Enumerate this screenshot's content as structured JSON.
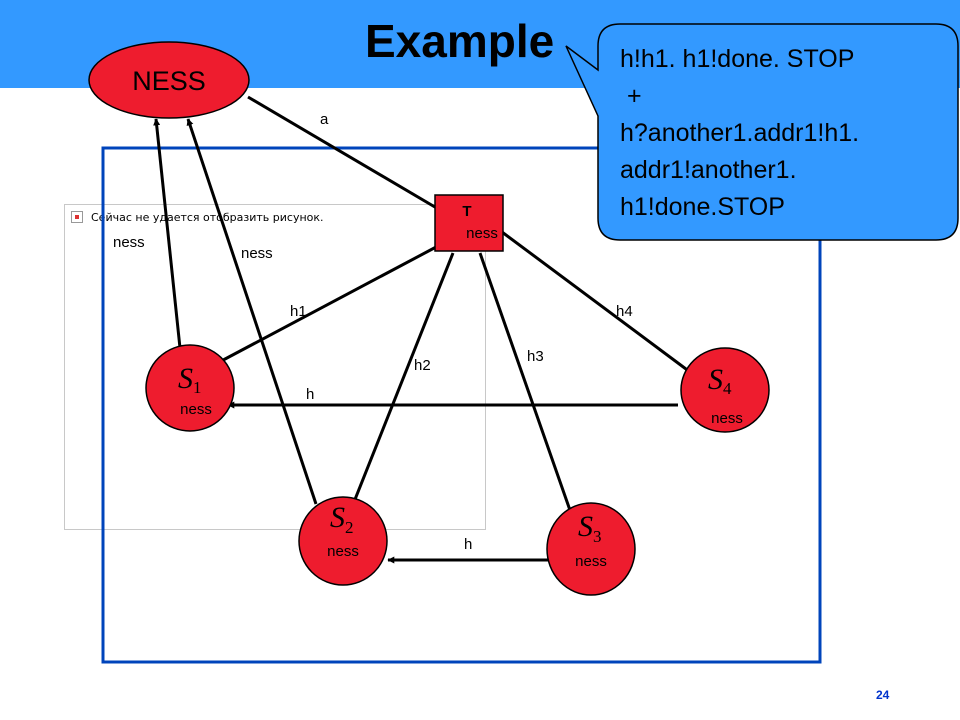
{
  "slide": {
    "title": "Example",
    "page_number": "24"
  },
  "broken_image": {
    "text": "Сейчас не удается отобразить рисунок."
  },
  "nodes": {
    "big": {
      "label": "NESS"
    },
    "t": {
      "label": "T",
      "sublabel": "ness"
    },
    "s1": {
      "letter": "S",
      "index": "1",
      "sublabel": "ness"
    },
    "s2": {
      "letter": "S",
      "index": "2",
      "sublabel": "ness"
    },
    "s3": {
      "letter": "S",
      "index": "3",
      "sublabel": "ness"
    },
    "s4": {
      "letter": "S",
      "index": "4",
      "sublabel": "ness"
    }
  },
  "edge_labels": {
    "a": "a",
    "h1": "h1",
    "h2": "h2",
    "h3": "h3",
    "h4": "h4",
    "h_s4_s1": "h",
    "h_s3_s2": "h",
    "ness_left": "ness",
    "ness_mid": "ness"
  },
  "callout": {
    "lines": [
      "h!h1. h1!done. STOP",
      " +",
      "h?another1.addr1!h1.",
      "addr1!another1.",
      "h1!done.STOP"
    ]
  },
  "colors": {
    "header": "#3399ff",
    "node_fill": "#ee1c2e",
    "frame": "#0044bb",
    "callout_fill": "#3399ff",
    "page_number": "#0033cc"
  }
}
